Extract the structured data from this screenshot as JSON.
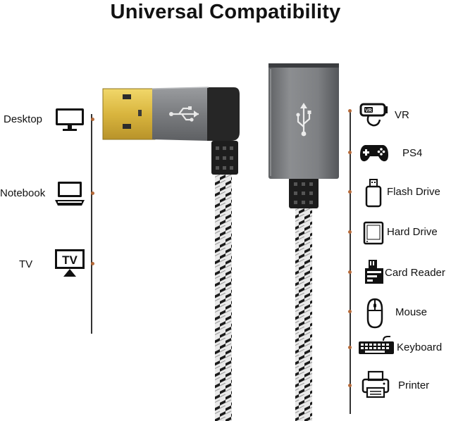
{
  "title": "Universal Compatibility",
  "colors": {
    "accent_dot": "#b56a3a",
    "line": "#333333",
    "plug_gold": "#e4c24a",
    "housing_grey": "#7d7f82",
    "housing_dark": "#2a2a2a"
  },
  "left_devices": [
    {
      "label": "Desktop",
      "icon": "desktop-monitor-icon"
    },
    {
      "label": "Notebook",
      "icon": "notebook-laptop-icon"
    },
    {
      "label": "TV",
      "icon": "tv-icon"
    }
  ],
  "right_devices": [
    {
      "label": "VR",
      "icon": "vr-headset-icon"
    },
    {
      "label": "PS4",
      "icon": "gamepad-icon"
    },
    {
      "label": "Flash Drive",
      "icon": "flash-drive-icon"
    },
    {
      "label": "Hard Drive",
      "icon": "hard-drive-icon"
    },
    {
      "label": "Card Reader",
      "icon": "card-reader-icon"
    },
    {
      "label": "Mouse",
      "icon": "mouse-icon"
    },
    {
      "label": "Keyboard",
      "icon": "keyboard-icon"
    },
    {
      "label": "Printer",
      "icon": "printer-icon"
    }
  ]
}
